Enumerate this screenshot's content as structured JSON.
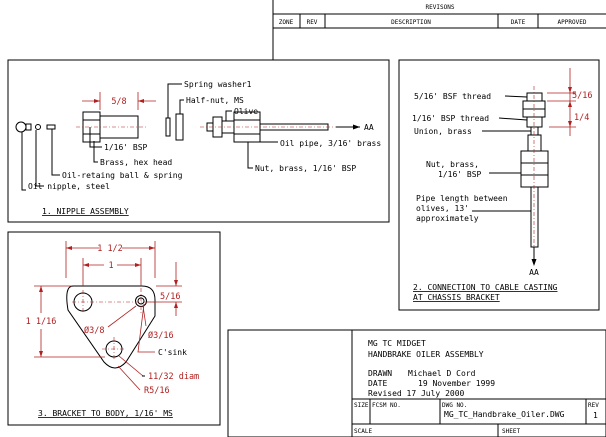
{
  "revisions": {
    "title": "REVISONS",
    "headers": [
      "ZONE",
      "REV",
      "DESCRIPTION",
      "DATE",
      "APPROVED"
    ]
  },
  "nipple": {
    "caption": "1. NIPPLE ASSEMBLY",
    "dim_hex": "5/8",
    "spring_washer": "Spring washer1",
    "half_nut": "Half-nut, MS",
    "olive": "Olive",
    "bsp": "1/16' BSP",
    "oil_pipe": "Oil pipe, 3/16' brass",
    "brass_hex": "Brass, hex head",
    "nut_brass": "Nut, brass, 1/16' BSP",
    "ball_spring": "Oil-retaing ball & spring",
    "oil_nipple": "Oil nipple, steel",
    "aa": "AA"
  },
  "connection": {
    "caption_line1": "2. CONNECTION TO CABLE CASTING",
    "caption_line2": "AT CHASSIS BRACKET",
    "thread_516": "5/16' BSF thread",
    "thread_116": "1/16' BSP thread",
    "union": "Union, brass",
    "nut_line1": "Nut, brass,",
    "nut_line2": "1/16' BSP",
    "pipe_line1": "Pipe length between",
    "pipe_line2": "olives, 13'",
    "pipe_line3": "approximately",
    "dim_516": "5/16",
    "dim_14": "1/4",
    "aa": "AA"
  },
  "bracket": {
    "caption": "3. BRACKET TO BODY, 1/16' MS",
    "dim_1_12": "1 1/2",
    "dim_1": "1",
    "dim_1_116": "1 1/16",
    "dim_516": "5/16",
    "dia_38": "Ø3/8",
    "dia_316": "Ø3/16",
    "csink": "C'sink",
    "dia_1132": "11/32 diam",
    "radius": "R5/16"
  },
  "title_block": {
    "line1": "MG TC MIDGET",
    "line2": "HANDBRAKE OILER ASSEMBLY",
    "drawn_label": "DRAWN",
    "drawn_value": "Michael D Cord",
    "date_label": "DATE",
    "date_value": "19 November 1999",
    "revised": "Revised 17 July 2000",
    "size_label": "SIZE",
    "fcsm_label": "FCSM NO.",
    "dwg_label": "DWG NO.",
    "dwg_value": "MG_TC_Handbrake_Oiler.DWG",
    "rev_label": "REV",
    "rev_value": "1",
    "scale_label": "SCALE",
    "sheet_label": "SHEET"
  }
}
